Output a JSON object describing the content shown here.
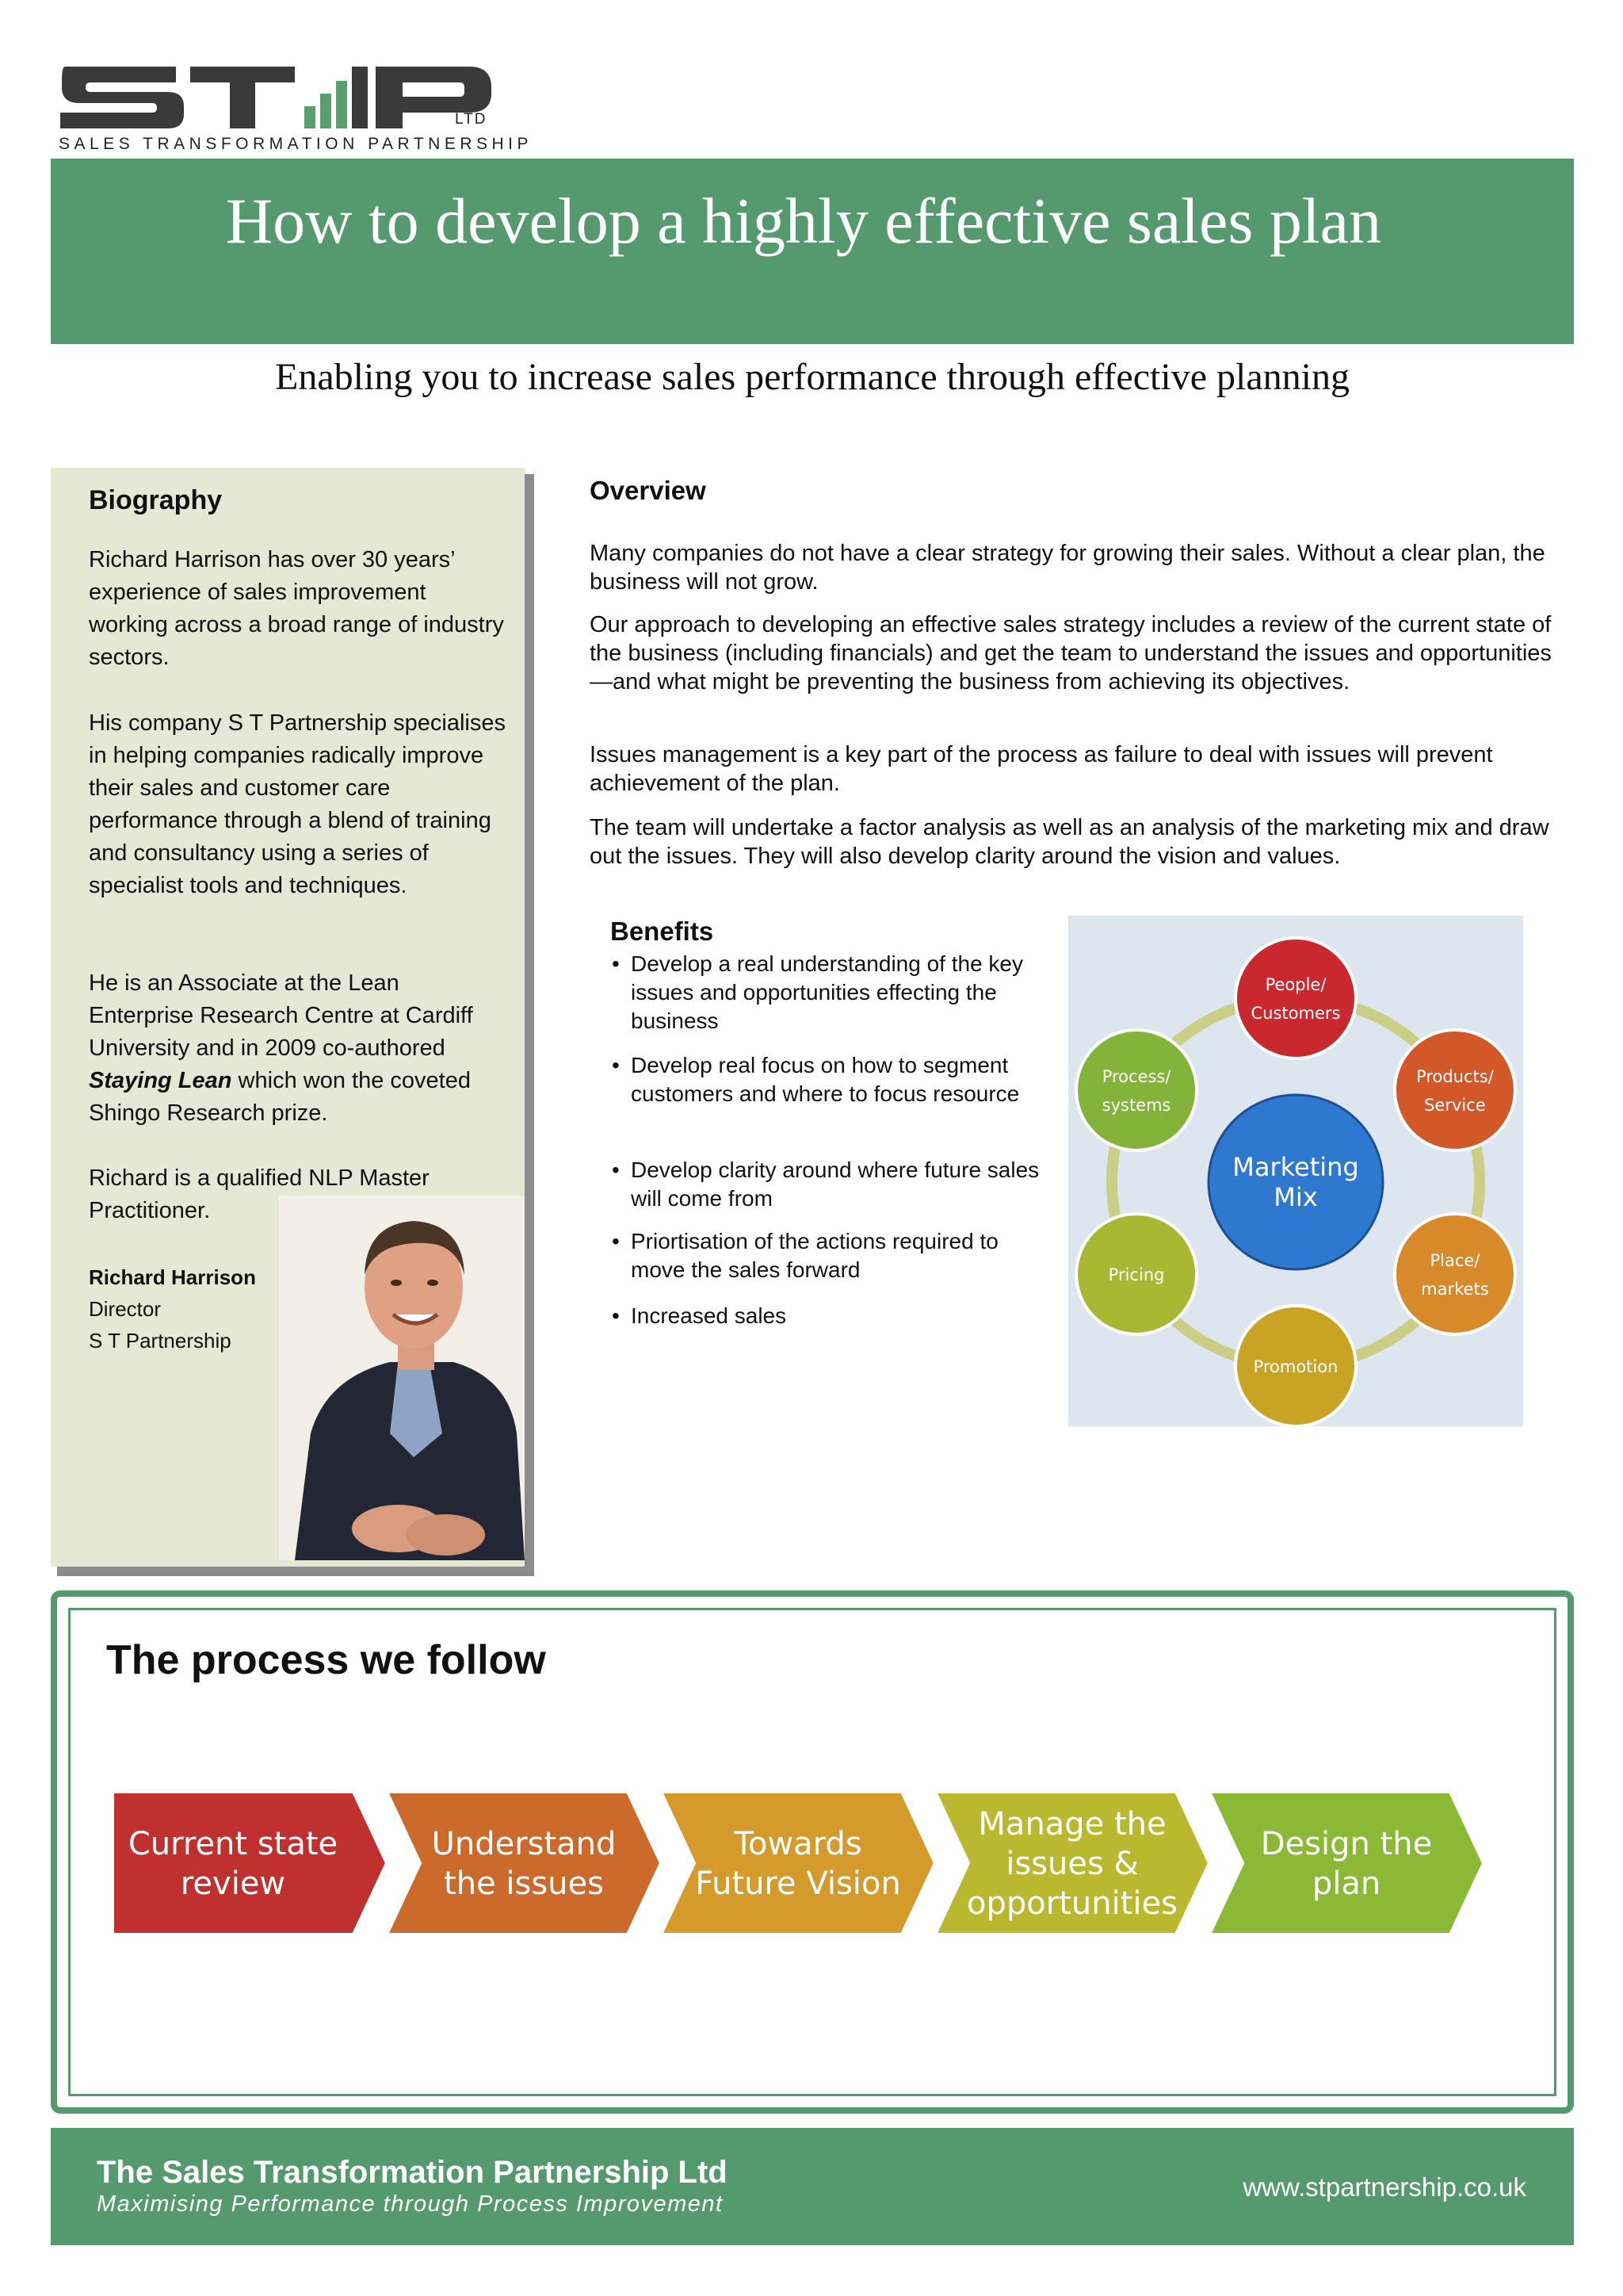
{
  "logo": {
    "wordmark": "STIP",
    "ltd": "LTD",
    "tagline": "SALES TRANSFORMATION PARTNERSHIP"
  },
  "header": {
    "title": "How to develop a highly effective sales plan",
    "subtitle": "Enabling you to increase sales performance through effective planning",
    "band_color": "#559a6f"
  },
  "biography": {
    "heading": "Biography",
    "paragraphs": [
      "Richard Harrison has over 30 years’ experience of sales improvement working across a broad range of industry sectors.",
      "His company S T Partnership specialises in helping companies radically improve their sales and customer care performance through a blend of training and consultancy using a series of specialist tools and techniques.",
      "He is an Associate at the Lean Enterprise Research Centre at Cardiff University and in 2009 co-authored",
      "Staying Lean",
      " which won the coveted Shingo Research prize.",
      "Richard is a qualified NLP Master Practitioner."
    ],
    "name": "Richard Harrison",
    "role": "Director",
    "company": "S T Partnership"
  },
  "overview": {
    "heading": "Overview",
    "paragraphs": [
      "Many companies do not have a clear strategy for growing their sales.  Without a clear plan, the business will not grow.",
      "Our approach to developing an effective sales strategy includes a review of the current state of the business (including financials) and get the team to understand the issues and opportunities—and what might be preventing the business from achieving its objectives.",
      "Issues management is a key part of the process as failure to deal with issues will prevent achievement of the plan.",
      "The team will undertake a factor analysis as well as an analysis of the marketing mix and draw out the issues.  They will also develop clarity around the vision and values."
    ]
  },
  "benefits": {
    "heading": "Benefits",
    "bullet": "•",
    "items": [
      "Develop a real understanding of the key issues and opportunities effecting the business",
      "Develop real focus on how to segment customers and where to focus resource",
      "Develop clarity around where future sales will come from",
      "Priortisation of the actions required to move the sales forward",
      "Increased sales"
    ]
  },
  "marketing_mix": {
    "center": [
      "Marketing",
      "Mix"
    ],
    "nodes": [
      {
        "lines": [
          "People/",
          "Customers"
        ],
        "color": "#c8282e"
      },
      {
        "lines": [
          "Products/",
          "Service"
        ],
        "color": "#d2582a"
      },
      {
        "lines": [
          "Place/",
          "markets"
        ],
        "color": "#d88a2a"
      },
      {
        "lines": [
          "Promotion"
        ],
        "color": "#c9a424"
      },
      {
        "lines": [
          "Pricing"
        ],
        "color": "#a9b832"
      },
      {
        "lines": [
          "Process/",
          "systems"
        ],
        "color": "#84b33a"
      }
    ]
  },
  "process": {
    "title": "The process we follow",
    "steps": [
      {
        "lines": [
          "Current state",
          "review"
        ],
        "color": "#c0302f"
      },
      {
        "lines": [
          "Understand",
          "the issues"
        ],
        "color": "#cc6a2c"
      },
      {
        "lines": [
          "Towards",
          "Future Vision"
        ],
        "color": "#d49a2c"
      },
      {
        "lines": [
          "Manage the",
          "issues &",
          "opportunities"
        ],
        "color": "#b9b82e"
      },
      {
        "lines": [
          "Design the",
          "plan"
        ],
        "color": "#8bb935"
      }
    ]
  },
  "footer": {
    "company": "The Sales Transformation Partnership Ltd",
    "tagline": "Maximising Performance through Process Improvement",
    "url": "www.stpartnership.co.uk"
  }
}
